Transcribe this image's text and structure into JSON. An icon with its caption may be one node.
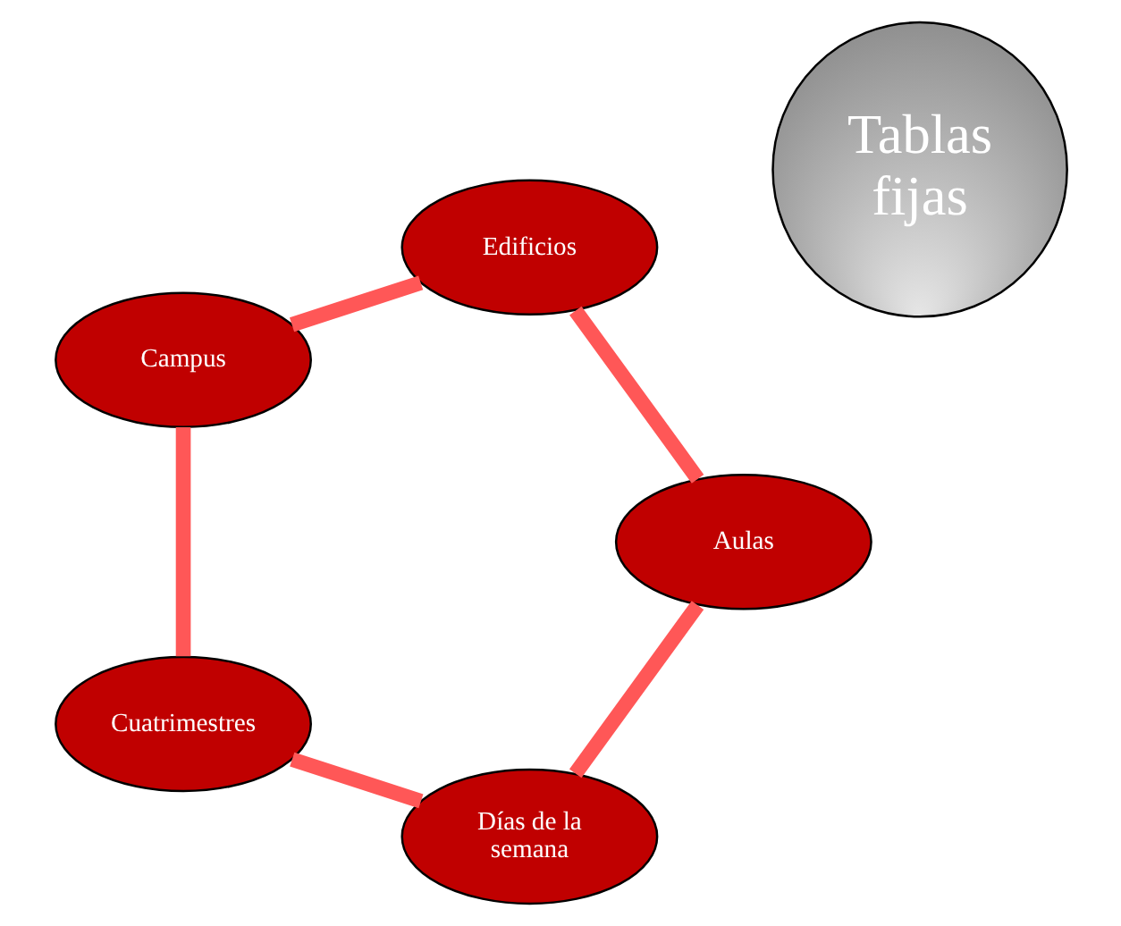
{
  "diagram": {
    "nodes": [
      {
        "text": [
          "Días de la semana"
        ]
      },
      {
        "text": [
          "Aulas"
        ]
      },
      {
        "text": [
          "Tablas fijas"
        ]
      },
      {
        "text": [
          "Cuatrimestres"
        ]
      },
      {
        "text": [
          "Edificios"
        ]
      },
      {
        "text": [
          "Campus"
        ]
      }
    ],
    "edges": [
      {
        "from": 0,
        "to": 3,
        "arrow": "none"
      },
      {
        "from": 3,
        "to": 5,
        "arrow": "none"
      },
      {
        "from": 5,
        "to": 4,
        "arrow": "none"
      },
      {
        "from": 4,
        "to": 1,
        "arrow": "none"
      },
      {
        "from": 1,
        "to": 0,
        "arrow": "none"
      }
    ]
  }
}
